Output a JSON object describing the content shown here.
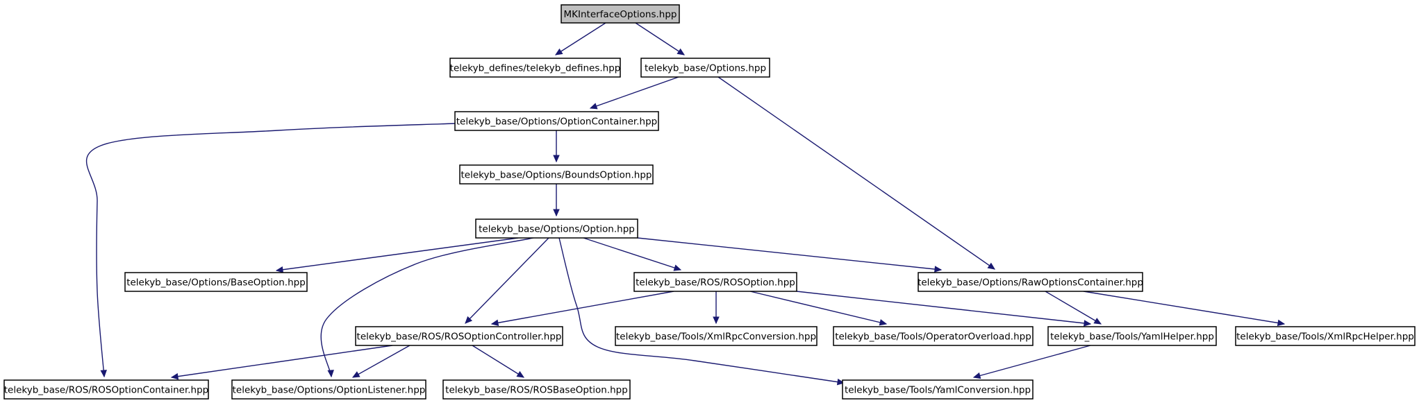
{
  "graph": {
    "colors": {
      "edge": "#191970",
      "node_fill": "#ffffff",
      "root_fill": "#bfbfbf",
      "border": "#000000"
    },
    "nodes": [
      {
        "id": "root",
        "label": "MKInterfaceOptions.hpp",
        "root": true
      },
      {
        "id": "defines",
        "label": "telekyb_defines/telekyb_defines.hpp"
      },
      {
        "id": "options",
        "label": "telekyb_base/Options.hpp"
      },
      {
        "id": "optcontainer",
        "label": "telekyb_base/Options/OptionContainer.hpp"
      },
      {
        "id": "bounds",
        "label": "telekyb_base/Options/BoundsOption.hpp"
      },
      {
        "id": "option",
        "label": "telekyb_base/Options/Option.hpp"
      },
      {
        "id": "baseoption",
        "label": "telekyb_base/Options/BaseOption.hpp"
      },
      {
        "id": "rosoption",
        "label": "telekyb_base/ROS/ROSOption.hpp"
      },
      {
        "id": "rawopts",
        "label": "telekyb_base/Options/RawOptionsContainer.hpp"
      },
      {
        "id": "rosoptctrl",
        "label": "telekyb_base/ROS/ROSOptionController.hpp"
      },
      {
        "id": "xmlrpcconv",
        "label": "telekyb_base/Tools/XmlRpcConversion.hpp"
      },
      {
        "id": "opoverload",
        "label": "telekyb_base/Tools/OperatorOverload.hpp"
      },
      {
        "id": "yamlhelper",
        "label": "telekyb_base/Tools/YamlHelper.hpp"
      },
      {
        "id": "xmlrpchelper",
        "label": "telekyb_base/Tools/XmlRpcHelper.hpp"
      },
      {
        "id": "rosoptcont",
        "label": "telekyb_base/ROS/ROSOptionContainer.hpp"
      },
      {
        "id": "optlistener",
        "label": "telekyb_base/Options/OptionListener.hpp"
      },
      {
        "id": "rosbaseopt",
        "label": "telekyb_base/ROS/ROSBaseOption.hpp"
      },
      {
        "id": "yamlconv",
        "label": "telekyb_base/Tools/YamlConversion.hpp"
      }
    ],
    "edges": [
      {
        "from": "root",
        "to": "defines"
      },
      {
        "from": "root",
        "to": "options"
      },
      {
        "from": "options",
        "to": "optcontainer"
      },
      {
        "from": "options",
        "to": "rawopts"
      },
      {
        "from": "optcontainer",
        "to": "bounds"
      },
      {
        "from": "optcontainer",
        "to": "rosoptcont"
      },
      {
        "from": "bounds",
        "to": "option"
      },
      {
        "from": "option",
        "to": "baseoption"
      },
      {
        "from": "option",
        "to": "rosoption"
      },
      {
        "from": "option",
        "to": "rawopts"
      },
      {
        "from": "option",
        "to": "rosoptctrl"
      },
      {
        "from": "option",
        "to": "optlistener"
      },
      {
        "from": "option",
        "to": "yamlconv"
      },
      {
        "from": "rosoption",
        "to": "rosoptctrl"
      },
      {
        "from": "rosoption",
        "to": "xmlrpcconv"
      },
      {
        "from": "rosoption",
        "to": "opoverload"
      },
      {
        "from": "rosoption",
        "to": "yamlhelper"
      },
      {
        "from": "rawopts",
        "to": "yamlhelper"
      },
      {
        "from": "rawopts",
        "to": "xmlrpchelper"
      },
      {
        "from": "rosoptctrl",
        "to": "rosoptcont"
      },
      {
        "from": "rosoptctrl",
        "to": "optlistener"
      },
      {
        "from": "rosoptctrl",
        "to": "rosbaseopt"
      },
      {
        "from": "yamlhelper",
        "to": "yamlconv"
      }
    ]
  }
}
